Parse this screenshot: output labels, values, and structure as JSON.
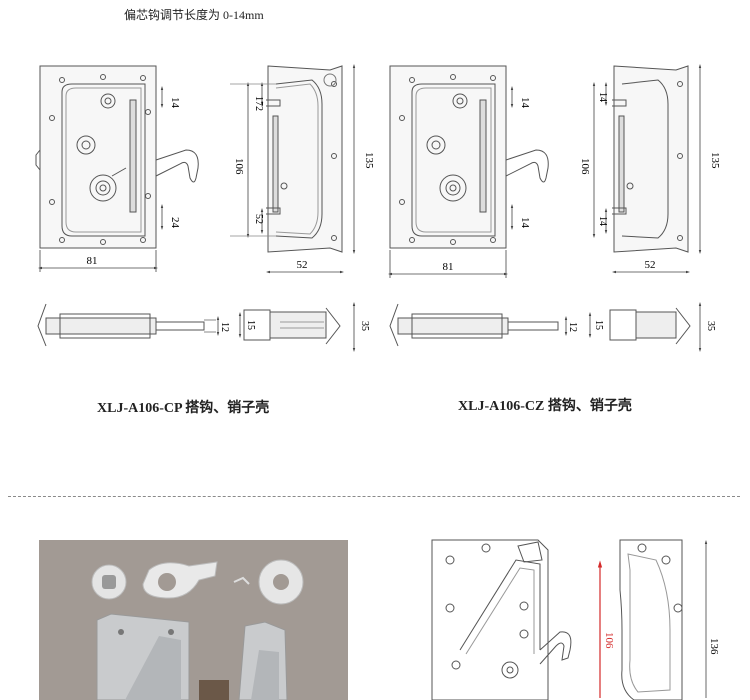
{
  "header_note": "偏芯钩调节长度为 0-14mm",
  "captions": {
    "left": "XLJ-A106-CP 搭钩、销子壳",
    "right": "XLJ-A106-CZ 搭钩、销子壳"
  },
  "dims": {
    "width_81": "81",
    "width_52": "52",
    "height_135": "135",
    "height_106": "106",
    "d14": "14",
    "d24": "24",
    "d172": "172",
    "d52": "52",
    "d12": "12",
    "d15": "15",
    "d35": "35"
  },
  "bottom_dims": {
    "height_106": "106",
    "height_136": "136"
  },
  "colors": {
    "dimension_highlight": "#d42a2a",
    "photo_bg": "#a29a94",
    "line": "#555555"
  }
}
